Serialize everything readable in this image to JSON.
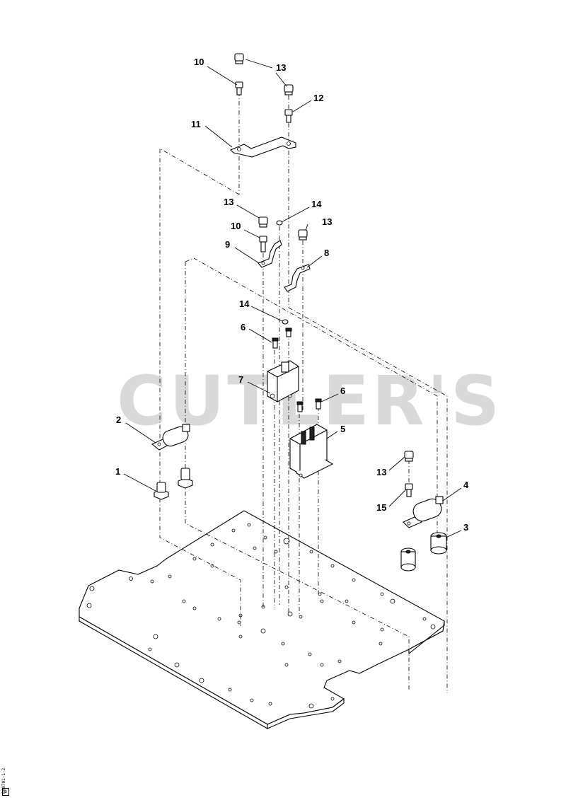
{
  "watermark": "CUTLER'S",
  "callouts": [
    {
      "id": "c10a",
      "text": "10"
    },
    {
      "id": "c13a",
      "text": "13"
    },
    {
      "id": "c12",
      "text": "12"
    },
    {
      "id": "c11",
      "text": "11"
    },
    {
      "id": "c13b",
      "text": "13"
    },
    {
      "id": "c14a",
      "text": "14"
    },
    {
      "id": "c10b",
      "text": "10"
    },
    {
      "id": "c13c",
      "text": "13"
    },
    {
      "id": "c9",
      "text": "9"
    },
    {
      "id": "c8",
      "text": "8"
    },
    {
      "id": "c14b",
      "text": "14"
    },
    {
      "id": "c6a",
      "text": "6"
    },
    {
      "id": "c7",
      "text": "7"
    },
    {
      "id": "c6b",
      "text": "6"
    },
    {
      "id": "c2",
      "text": "2"
    },
    {
      "id": "c5",
      "text": "5"
    },
    {
      "id": "c1",
      "text": "1"
    },
    {
      "id": "c13d",
      "text": "13"
    },
    {
      "id": "c4",
      "text": "4"
    },
    {
      "id": "c15",
      "text": "15"
    },
    {
      "id": "c3",
      "text": "3"
    }
  ],
  "side_code": "BA0701-1-3",
  "corner_mark": "b"
}
